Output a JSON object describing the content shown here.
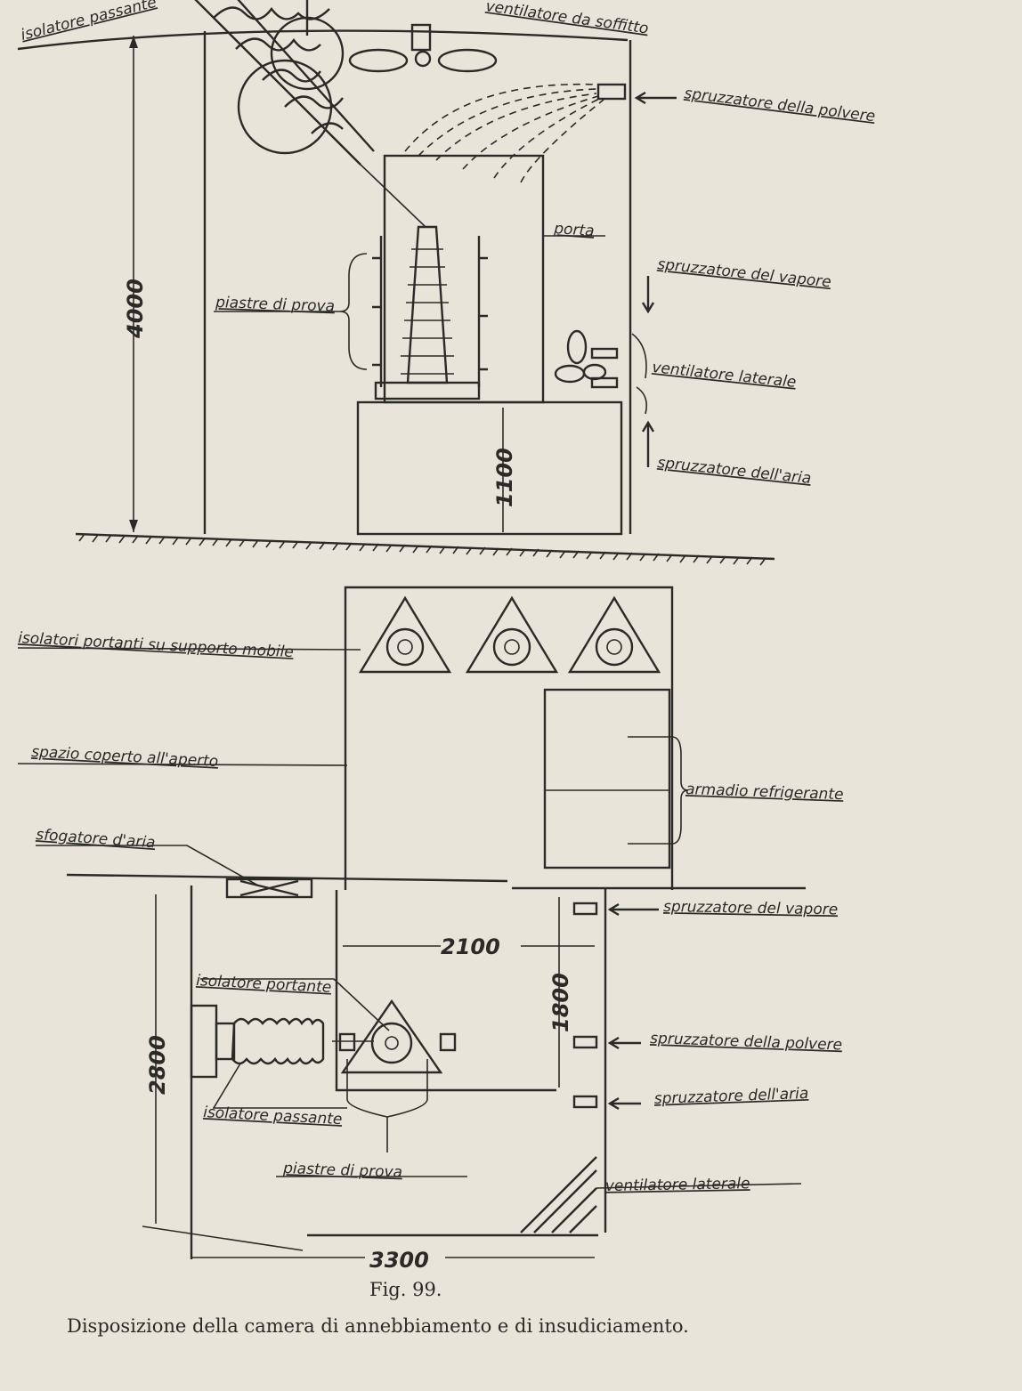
{
  "side_view": {
    "labels": {
      "isolatore_passante": "isolatore passante",
      "ventilatore_soffitto": "ventilatore da soffitto",
      "spruzzatore_polvere": "spruzzatore della polvere",
      "porta": "porta",
      "spruzzatore_vapore": "spruzzatore del vapore",
      "piastre_prova": "piastre di prova",
      "ventilatore_laterale": "ventilatore laterale",
      "spruzzatore_aria": "spruzzatore dell'aria"
    },
    "dimensions": {
      "height_total": "4000",
      "height_base": "1100"
    }
  },
  "plan_view": {
    "labels": {
      "isolatori_portanti": "isolatori portanti su supporto mobile",
      "spazio_coperto": "spazio coperto all'aperto",
      "armadio": "armadio refrigerante",
      "sfogatore": "sfogatore d'aria",
      "spruzzatore_vapore": "spruzzatore del vapore",
      "isolatore_portante": "isolatore portante",
      "spruzzatore_polvere": "spruzzatore della polvere",
      "spruzzatore_aria": "spruzzatore dell'aria",
      "isolatore_passante": "isolatore passante",
      "piastre_prova": "piastre di prova",
      "ventilatore_laterale": "ventilatore laterale"
    },
    "dimensions": {
      "width_inner": "2100",
      "depth_inner": "1800",
      "depth_total": "2800",
      "width_total": "3300"
    }
  },
  "caption": {
    "figure": "Fig. 99.",
    "text": "Disposizione della camera di annebbiamento e di insudiciamento."
  }
}
